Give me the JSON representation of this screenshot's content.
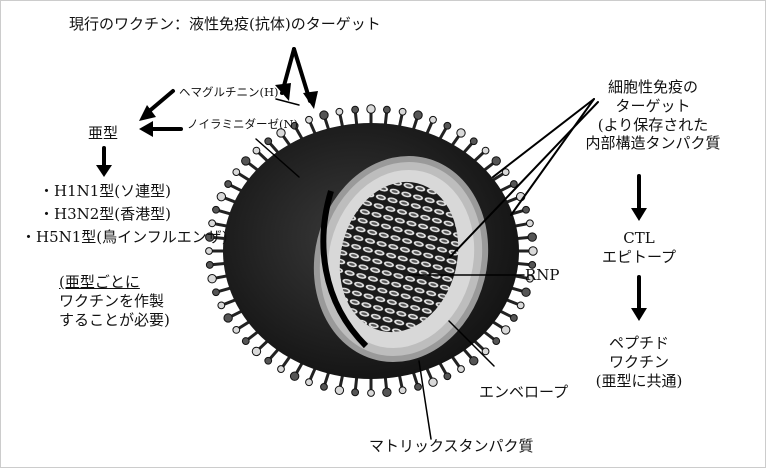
{
  "labels": {
    "top_title": "現行のワクチン：液性免疫(抗体)のターゲット",
    "hemagglutinin": "ヘマグルチニン(H)",
    "neuraminidase": "ノイラミニダーゼ(N)",
    "subtype": "亜型",
    "subtype_list": [
      "・H1N1型(ソ連型)",
      "・H3N2型(香港型)",
      "・H5N1型(鳥インフルエンザ)"
    ],
    "note_lines": [
      "(亜型ごとに",
      "ワクチンを作製",
      "することが必要)"
    ],
    "cellular_lines": [
      "細胞性免疫の",
      "ターゲット",
      "(より保存された",
      "内部構造タンパク質"
    ],
    "ctl_lines": [
      "CTL",
      "エピトープ"
    ],
    "peptide_lines": [
      "ペプチド",
      "ワクチン",
      "(亜型に共通)"
    ],
    "rnp": "RNP",
    "envelope": "エンベロープ",
    "matrix": "マトリックスタンパク質"
  }
}
